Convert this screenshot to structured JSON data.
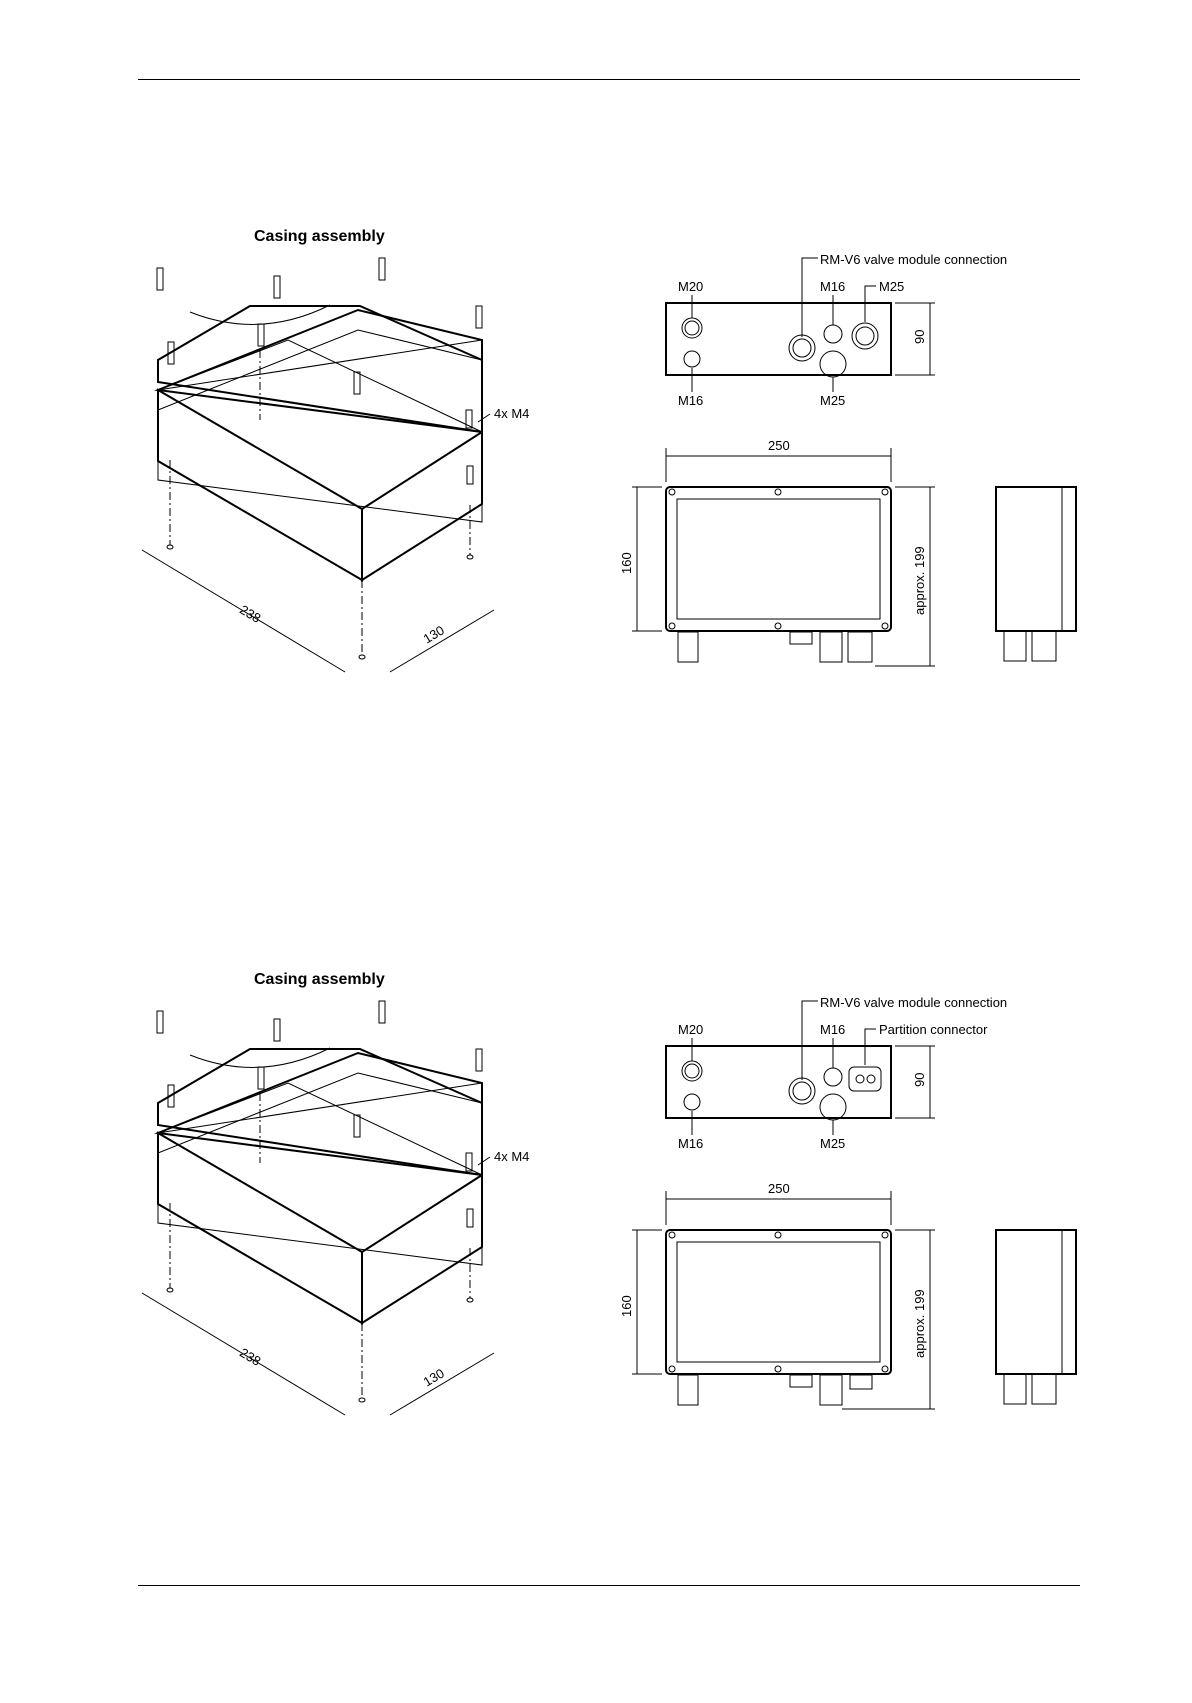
{
  "sheets": [
    {
      "title": "Casing assembly",
      "screws_label": "4x M4",
      "dim_length": "238",
      "dim_width": "130",
      "callout_top": "RM-V6 valve module connection",
      "label_m20": "M20",
      "label_m16_top": "M16",
      "label_right_top": "M25",
      "label_m16_bottom": "M16",
      "label_m25_bottom": "M25",
      "dim_height_side": "90",
      "dim_front_width": "250",
      "dim_front_height": "160",
      "dim_total_height": "approx. 199"
    },
    {
      "title": "Casing assembly",
      "screws_label": "4x M4",
      "dim_length": "238",
      "dim_width": "130",
      "callout_top": "RM-V6 valve module connection",
      "label_m20": "M20",
      "label_m16_top": "M16",
      "label_right_top": "Partition connector",
      "label_m16_bottom": "M16",
      "label_m25_bottom": "M25",
      "dim_height_side": "90",
      "dim_front_width": "250",
      "dim_front_height": "160",
      "dim_total_height": "approx. 199"
    }
  ]
}
